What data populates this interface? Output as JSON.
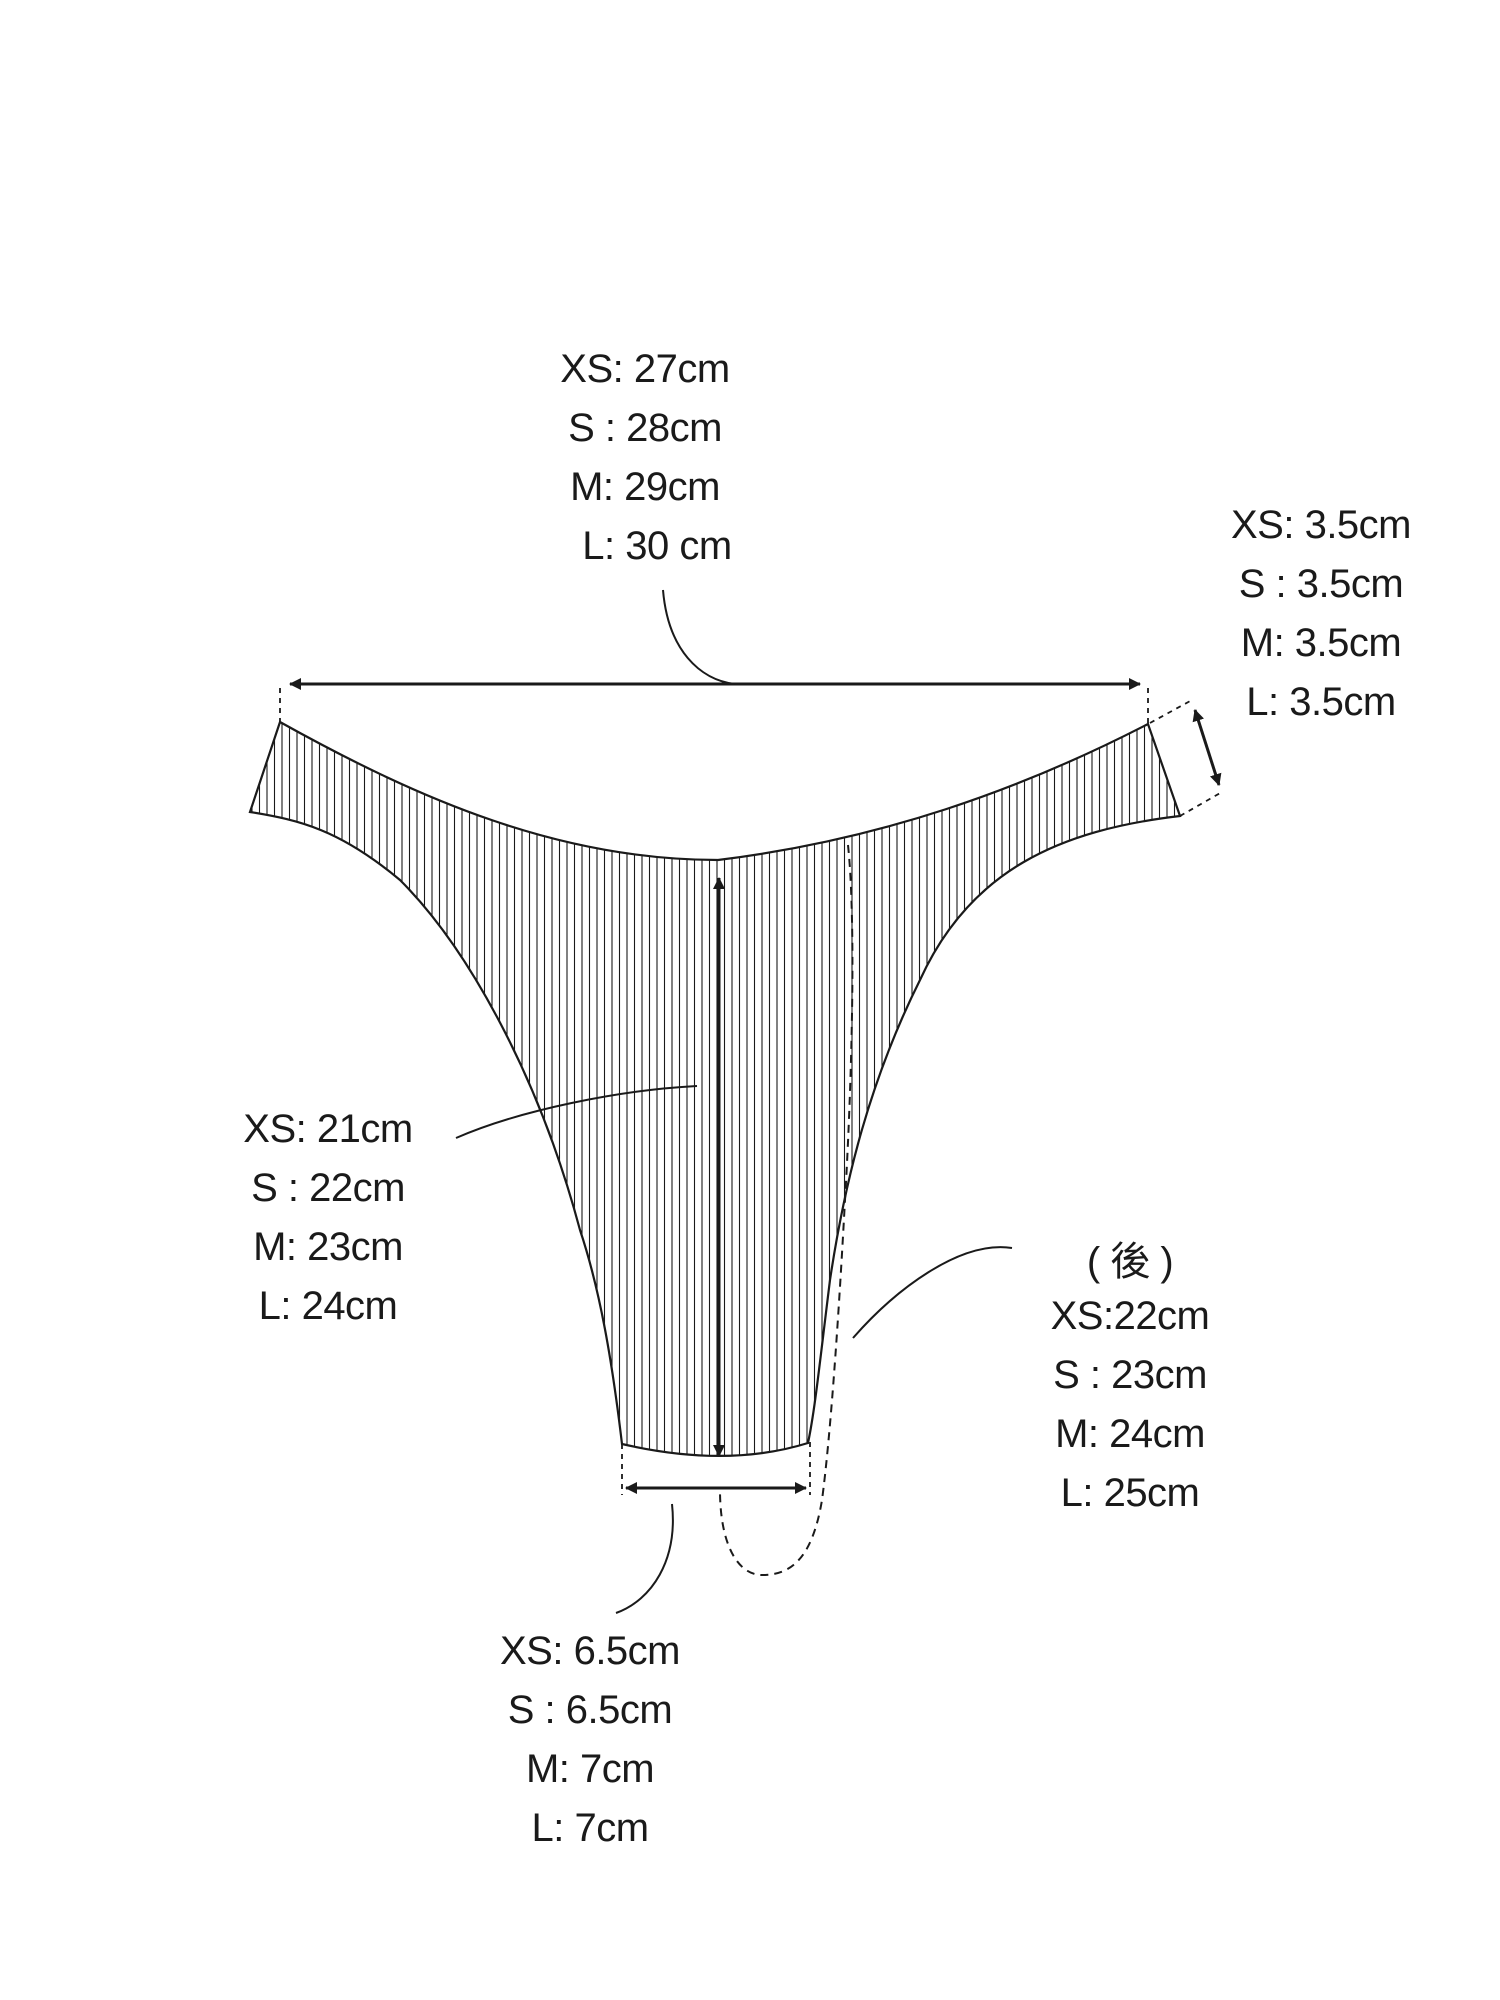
{
  "colors": {
    "ink": "#1a1a1a",
    "background": "#ffffff"
  },
  "measurements": {
    "waist_width": {
      "lines": [
        "XS: 27cm",
        "S : 28cm",
        "M: 29cm",
        "L: 30 cm"
      ]
    },
    "band_height": {
      "lines": [
        "XS: 3.5cm",
        "S : 3.5cm",
        "M: 3.5cm",
        "L: 3.5cm"
      ]
    },
    "front_length": {
      "lines": [
        "XS: 21cm",
        "S : 22cm",
        "M: 23cm",
        "L: 24cm"
      ]
    },
    "back_length": {
      "note": "( 後 )",
      "lines": [
        "XS:22cm",
        "S : 23cm",
        "M: 24cm",
        "L: 25cm"
      ]
    },
    "crotch_width": {
      "lines": [
        "XS: 6.5cm",
        "S : 6.5cm",
        "M: 7cm",
        "L: 7cm"
      ]
    }
  }
}
